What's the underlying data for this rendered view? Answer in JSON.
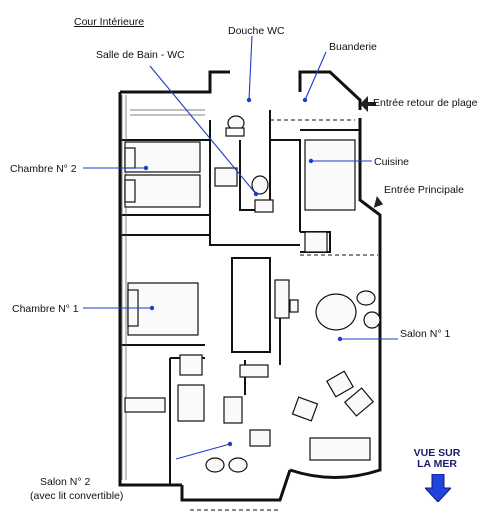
{
  "title": "Cour Intérieure",
  "labels": {
    "douche": "Douche WC",
    "salle_bain": "Salle de Bain - WC",
    "buanderie": "Buanderie",
    "entree_plage": "Entrée retour de plage",
    "chambre2": "Chambre N° 2",
    "cuisine": "Cuisine",
    "entree_principale": "Entrée Principale",
    "chambre1": "Chambre N° 1",
    "salon1": "Salon N° 1",
    "salon2_line1": "Salon N° 2",
    "salon2_line2": "(avec lit convertible)",
    "vue_line1": "VUE SUR",
    "vue_line2": "LA MER"
  },
  "colors": {
    "leader": "#1e3cc8",
    "dot": "#1e3cc8",
    "arrow": "#2244dd",
    "ink": "#111111"
  }
}
